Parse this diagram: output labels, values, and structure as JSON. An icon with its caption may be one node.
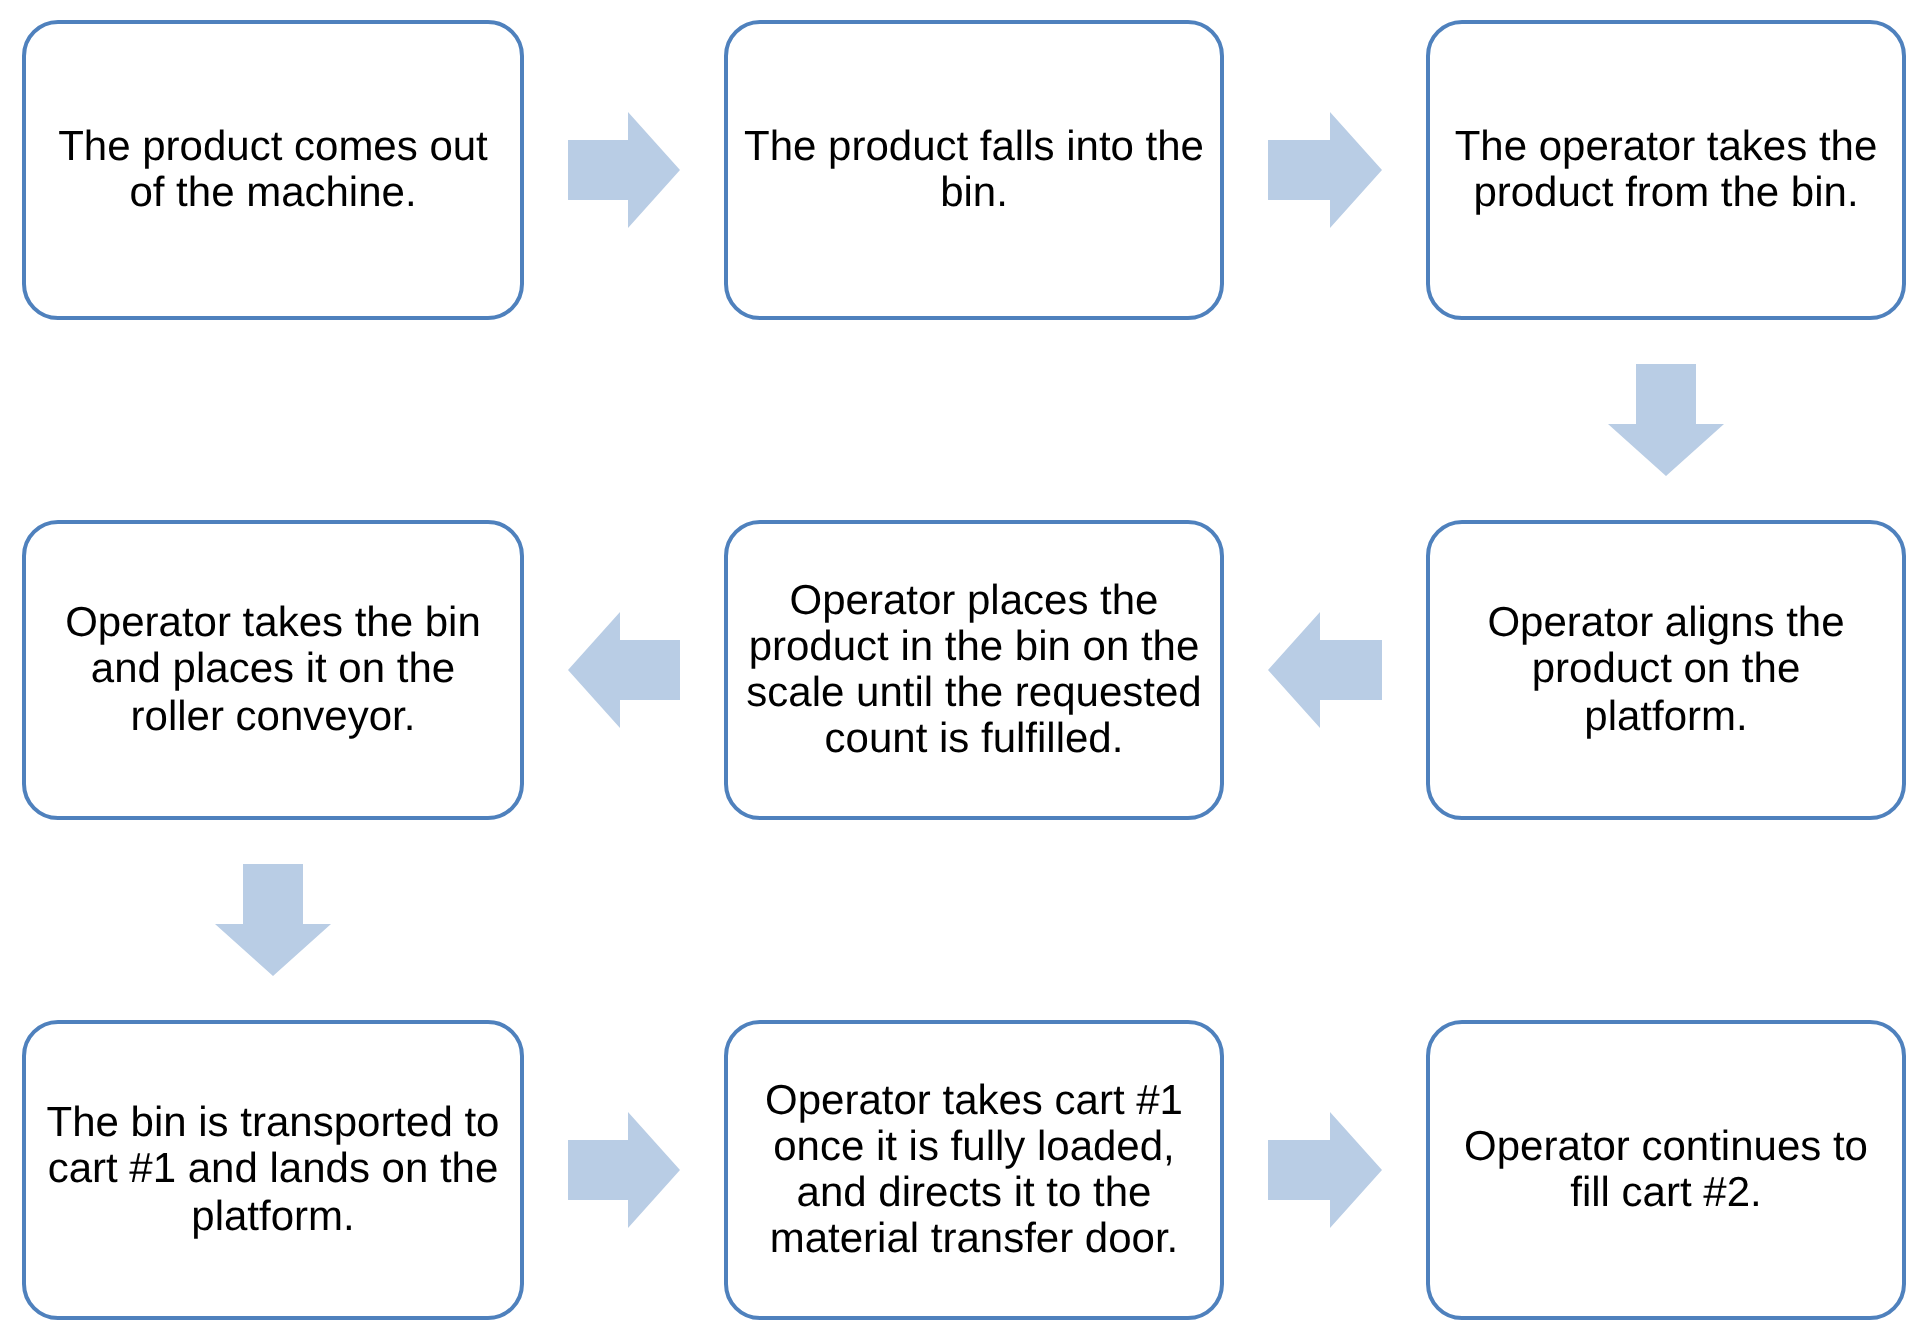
{
  "diagram": {
    "nodes": [
      {
        "text": [
          "The product comes out of the machine."
        ]
      },
      {
        "text": [
          "The product falls into the bin."
        ]
      },
      {
        "text": [
          "The operator takes the product from the bin."
        ]
      },
      {
        "text": [
          "Operator takes the bin and places it on the roller conveyor."
        ]
      },
      {
        "text": [
          "Operator places the product in the bin on the scale until the requested count is fulfilled."
        ]
      },
      {
        "text": [
          "Operator aligns the product on the platform."
        ]
      },
      {
        "text": [
          "The bin is transported to cart #1 and lands on the platform."
        ]
      },
      {
        "text": [
          "Operator takes cart #1 once it is fully loaded, and directs it to the material transfer door."
        ]
      },
      {
        "text": [
          "Operator continues to fill cart #2."
        ]
      }
    ],
    "edges": [
      {
        "from": 0,
        "to": 1,
        "arrow": "to"
      },
      {
        "from": 1,
        "to": 2,
        "arrow": "to"
      },
      {
        "from": 2,
        "to": 5,
        "arrow": "to"
      },
      {
        "from": 5,
        "to": 4,
        "arrow": "to"
      },
      {
        "from": 4,
        "to": 3,
        "arrow": "to"
      },
      {
        "from": 3,
        "to": 6,
        "arrow": "to"
      },
      {
        "from": 6,
        "to": 7,
        "arrow": "to"
      },
      {
        "from": 7,
        "to": 8,
        "arrow": "to"
      }
    ]
  }
}
